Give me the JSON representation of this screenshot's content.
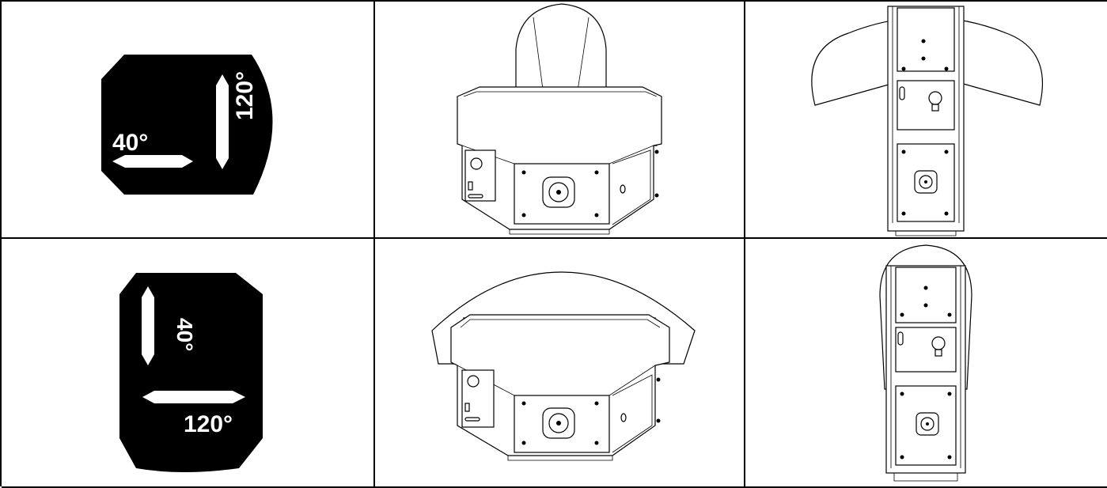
{
  "rows": [
    {
      "badge": {
        "horizontal_label": "40°",
        "vertical_label": "120°"
      },
      "front_view": {
        "dispersion": "narrow-up"
      },
      "side_view": {
        "dispersion": "wide"
      }
    },
    {
      "badge": {
        "vertical_label": "40°",
        "horizontal_label": "120°"
      },
      "front_view": {
        "dispersion": "wide-arc"
      },
      "side_view": {
        "dispersion": "narrow-up"
      }
    }
  ],
  "colors": {
    "badge_fill": "#000000",
    "badge_text": "#ffffff",
    "line": "#000000",
    "background": "#ffffff"
  }
}
